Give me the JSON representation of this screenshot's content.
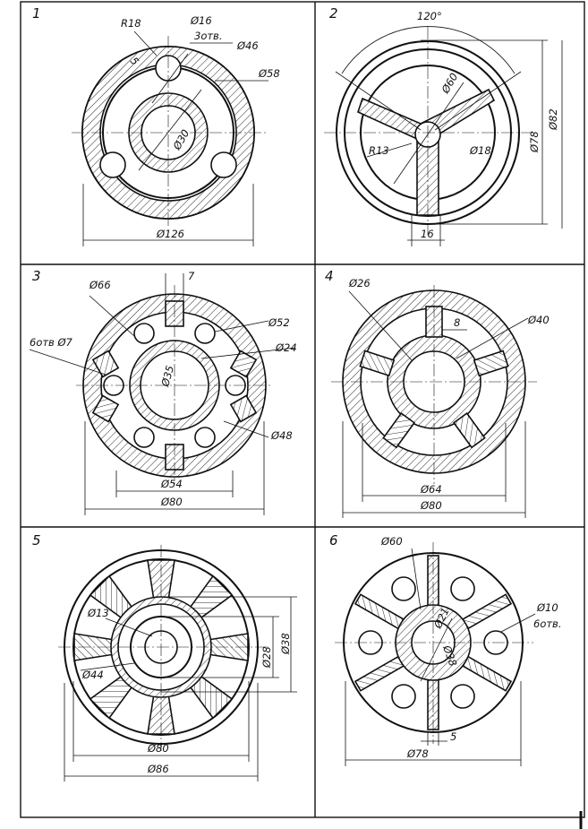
{
  "panels": [
    {
      "number": "1",
      "labels": [
        "R18",
        "Ø16",
        "3отв.",
        "Ø46",
        "Ø58",
        "Ø30",
        "Ø126",
        "5"
      ]
    },
    {
      "number": "2",
      "labels": [
        "120°",
        "Ø60",
        "Ø82",
        "Ø78",
        "R13",
        "Ø18",
        "16"
      ]
    },
    {
      "number": "3",
      "labels": [
        "7",
        "Ø66",
        "Ø52",
        "6отв Ø7",
        "Ø24",
        "Ø35",
        "Ø48",
        "Ø54",
        "Ø80"
      ]
    },
    {
      "number": "4",
      "labels": [
        "Ø26",
        "8",
        "Ø40",
        "Ø64",
        "Ø80"
      ]
    },
    {
      "number": "5",
      "labels": [
        "Ø13",
        "Ø28",
        "Ø38",
        "Ø44",
        "Ø80",
        "Ø86"
      ]
    },
    {
      "number": "6",
      "labels": [
        "Ø60",
        "Ø10",
        "6отв.",
        "Ø21",
        "Ø38",
        "5",
        "Ø78"
      ]
    }
  ],
  "colors": {
    "ink": "#111111",
    "paper": "#ffffff"
  }
}
